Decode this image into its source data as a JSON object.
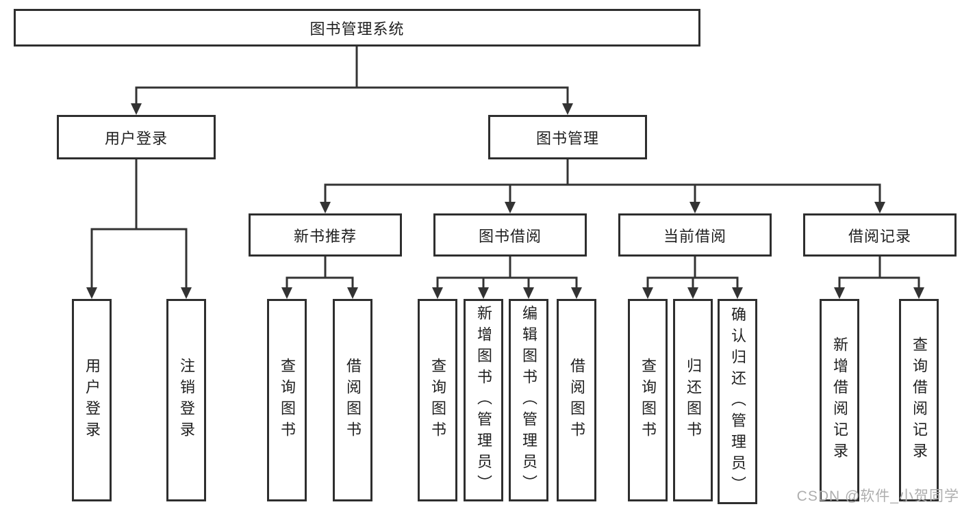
{
  "diagram": {
    "root": "图书管理系统",
    "branches": {
      "user_login": {
        "label": "用户登录",
        "children": [
          "用户登录",
          "注销登录"
        ]
      },
      "book_mgmt": {
        "label": "图书管理",
        "sections": [
          {
            "label": "新书推荐",
            "children": [
              "查询图书",
              "借阅图书"
            ]
          },
          {
            "label": "图书借阅",
            "children": [
              "查询图书",
              "新增图书（管理员）",
              "编辑图书（管理员）",
              "借阅图书"
            ]
          },
          {
            "label": "当前借阅",
            "children": [
              "查询图书",
              "归还图书",
              "确认归还（管理员）"
            ]
          },
          {
            "label": "借阅记录",
            "children": [
              "新增借阅记录",
              "查询借阅记录"
            ]
          }
        ]
      }
    }
  },
  "watermark": "CSDN @软件_小贺同学",
  "colors": {
    "line": "#333333",
    "text": "#1f1f1f",
    "watermark": "#aeaeae",
    "background": "#ffffff"
  }
}
